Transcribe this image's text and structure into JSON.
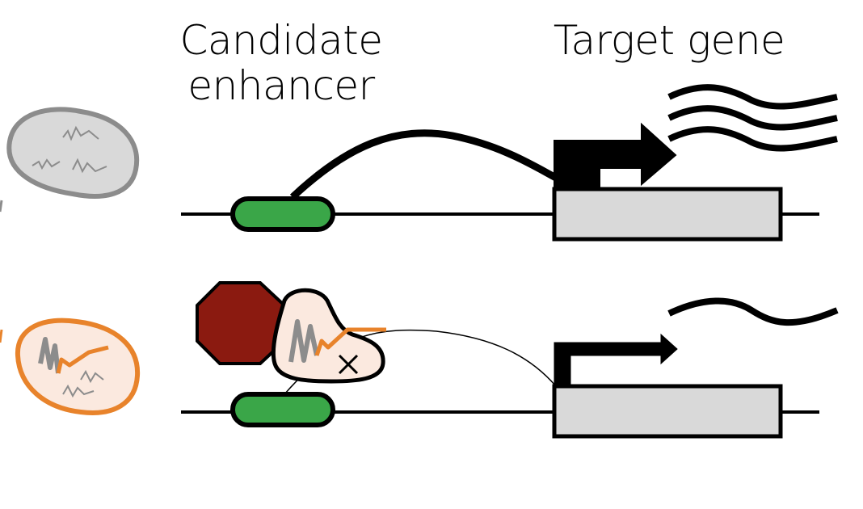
{
  "labels": {
    "candidate_enhancer_line1": "Candidate",
    "candidate_enhancer_line2": "enhancer",
    "target_gene": "Target gene"
  },
  "colors": {
    "enhancer": "#3aa648",
    "gene_box": "#d9d9d9",
    "stop_sign": "#8b1a10",
    "guide_rna": "#e8832b",
    "dcas9_fill": "#fbe9df",
    "cell_inactive_fill": "#d9d9d9",
    "cell_inactive_stroke": "#8c8c8c",
    "cell_active_fill": "#fbe9df",
    "cell_active_stroke": "#e8832b"
  },
  "icons": {
    "cell_top": "cell-icon",
    "cell_bottom": "cell-with-guide-icon",
    "repressor": "stop-octagon-icon",
    "dcas9": "dcas9-complex-icon",
    "promoter_arrow": "transcription-arrow-icon",
    "transcripts": "mrna-wave-icon",
    "cut": "cross-icon"
  }
}
